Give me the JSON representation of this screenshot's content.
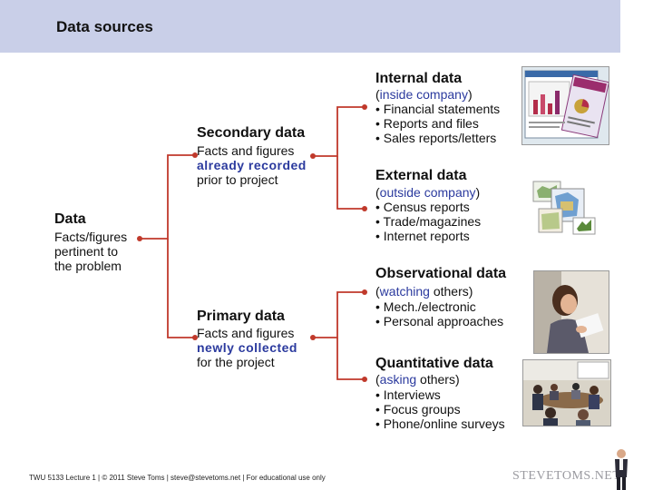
{
  "header": {
    "title": "Data sources"
  },
  "root": {
    "title": "Data",
    "desc_lines": [
      "Facts/figures",
      "pertinent to",
      "the problem"
    ]
  },
  "secondary": {
    "title": "Secondary data",
    "line1": "Facts and figures",
    "line2": "already recorded",
    "line3": "prior to project"
  },
  "primary": {
    "title": "Primary data",
    "line1": "Facts and figures",
    "line2": "newly collected",
    "line3": "for the project"
  },
  "internal": {
    "title": "Internal data",
    "sub_open": "(",
    "sub_word": "inside company",
    "sub_close": ")",
    "items": [
      "• Financial statements",
      "• Reports and files",
      "• Sales reports/letters"
    ]
  },
  "external": {
    "title": "External data",
    "sub_open": "(",
    "sub_word": "outside company",
    "sub_close": ")",
    "items": [
      "• Census reports",
      "• Trade/magazines",
      "• Internet reports"
    ]
  },
  "observational": {
    "title": "Observational data",
    "sub_open": "(",
    "sub_word": "watching",
    "sub_close": " others)",
    "items": [
      "• Mech./electronic",
      "• Personal approaches"
    ]
  },
  "quantitative": {
    "title": "Quantitative data",
    "sub_open": "(",
    "sub_word": "asking",
    "sub_close": " others)",
    "items": [
      "• Interviews",
      "• Focus groups",
      "• Phone/online surveys"
    ]
  },
  "footer": {
    "text": "TWU 5133 Lecture 1 | © 2011 Steve Toms | steve@stevetoms.net | For educational use only"
  },
  "logo": {
    "text": "STEVETOMS.NET"
  },
  "colors": {
    "connector": "#c0392b",
    "header_bg": "#c9cfe8",
    "accent_text": "#2b3a9e"
  },
  "icons": [
    "report-screenshot-image",
    "maps-image",
    "woman-writing-photo",
    "meeting-room-photo",
    "presenter-figure-icon"
  ]
}
